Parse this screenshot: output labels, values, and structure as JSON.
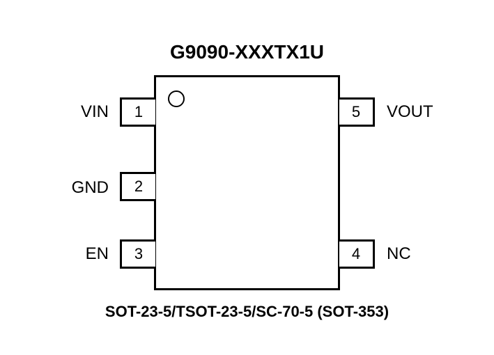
{
  "part_number": "G9090-XXXTX1U",
  "package": "SOT-23-5/TSOT-23-5/SC-70-5 (SOT-353)",
  "pins": {
    "pin1": {
      "number": "1",
      "name": "VIN"
    },
    "pin2": {
      "number": "2",
      "name": "GND"
    },
    "pin3": {
      "number": "3",
      "name": "EN"
    },
    "pin4": {
      "number": "4",
      "name": "NC"
    },
    "pin5": {
      "number": "5",
      "name": "VOUT"
    }
  }
}
